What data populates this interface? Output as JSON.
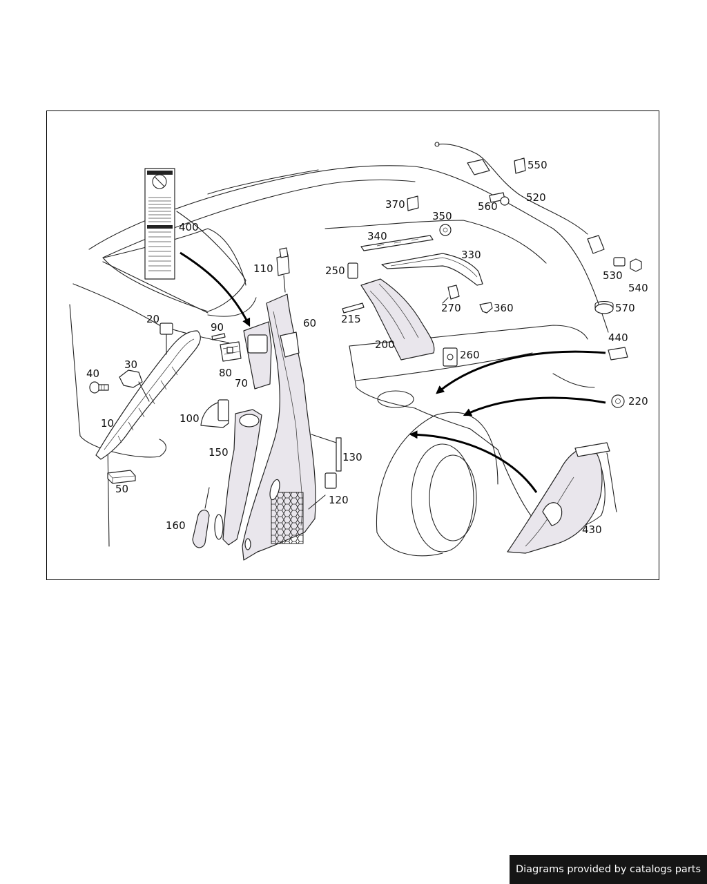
{
  "diagram": {
    "callouts": {
      "c10": "10",
      "c20": "20",
      "c30": "30",
      "c40": "40",
      "c50": "50",
      "c60": "60",
      "c70": "70",
      "c80": "80",
      "c90": "90",
      "c100": "100",
      "c110": "110",
      "c120": "120",
      "c130": "130",
      "c150": "150",
      "c160": "160",
      "c200": "200",
      "c215": "215",
      "c220": "220",
      "c250": "250",
      "c260": "260",
      "c270": "270",
      "c330": "330",
      "c340": "340",
      "c350": "350",
      "c360": "360",
      "c370": "370",
      "c400": "400",
      "c430": "430",
      "c440": "440",
      "c520": "520",
      "c530": "530",
      "c540": "540",
      "c550": "550",
      "c560": "560",
      "c570": "570"
    }
  },
  "footer": {
    "text": "Diagrams provided by catalogs parts"
  }
}
